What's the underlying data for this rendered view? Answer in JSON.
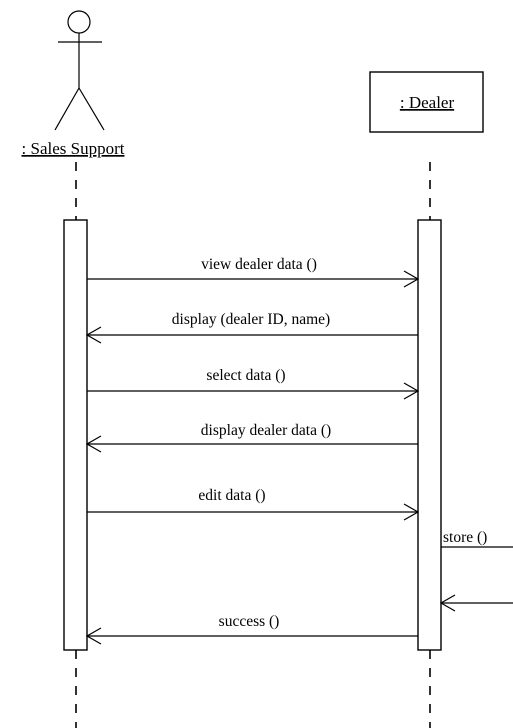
{
  "participants": {
    "actor": {
      "label": ": Sales Support"
    },
    "object": {
      "label": ": Dealer"
    }
  },
  "messages": [
    {
      "label": "view dealer data ()",
      "direction": "to-dealer"
    },
    {
      "label": "display (dealer ID, name)",
      "direction": "to-actor"
    },
    {
      "label": "select data ()",
      "direction": "to-dealer"
    },
    {
      "label": "display dealer data ()",
      "direction": "to-actor"
    },
    {
      "label": "edit data ()",
      "direction": "to-dealer"
    },
    {
      "label": "store ()",
      "direction": "self"
    },
    {
      "label": "success ()",
      "direction": "to-actor"
    }
  ]
}
